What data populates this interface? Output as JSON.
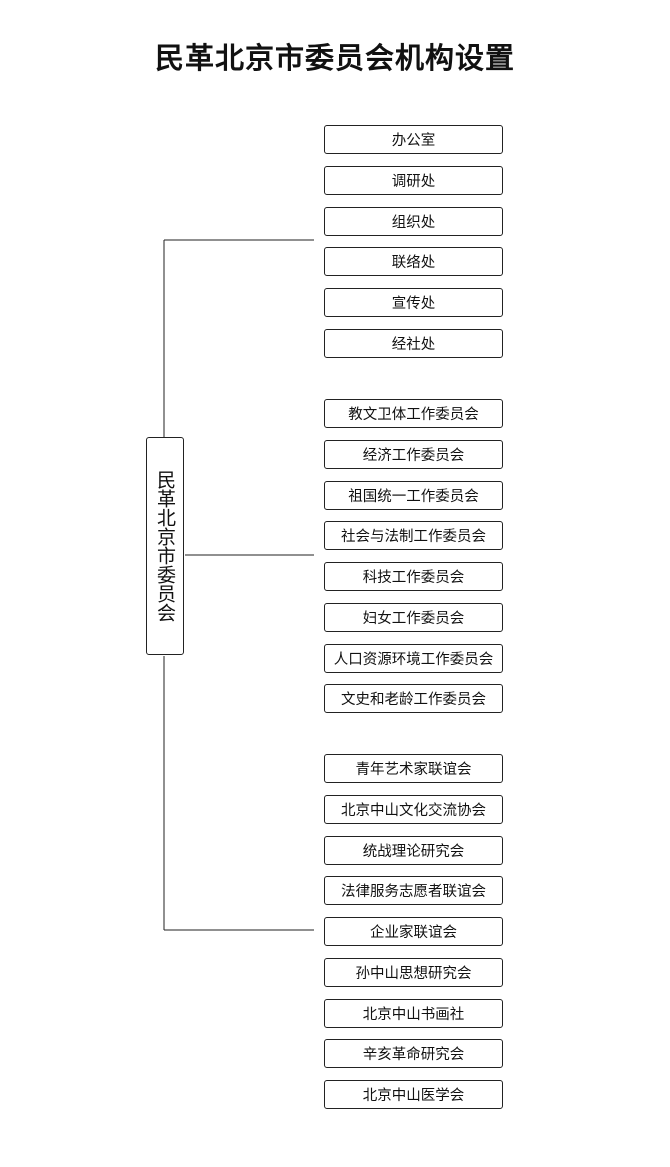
{
  "title": "民革北京市委员会机构设置",
  "root": {
    "label": "民革北京市委员会"
  },
  "groups": [
    {
      "items": [
        "办公室",
        "调研处",
        "组织处",
        "联络处",
        "宣传处",
        "经社处"
      ]
    },
    {
      "items": [
        "教文卫体工作委员会",
        "经济工作委员会",
        "祖国统一工作委员会",
        "社会与法制工作委员会",
        "科技工作委员会",
        "妇女工作委员会",
        "人口资源环境工作委员会",
        "文史和老龄工作委员会"
      ]
    },
    {
      "items": [
        "青年艺术家联谊会",
        "北京中山文化交流协会",
        "统战理论研究会",
        "法律服务志愿者联谊会",
        "企业家联谊会",
        "孙中山思想研究会",
        "北京中山书画社",
        "辛亥革命研究会",
        "北京中山医学会"
      ]
    }
  ]
}
